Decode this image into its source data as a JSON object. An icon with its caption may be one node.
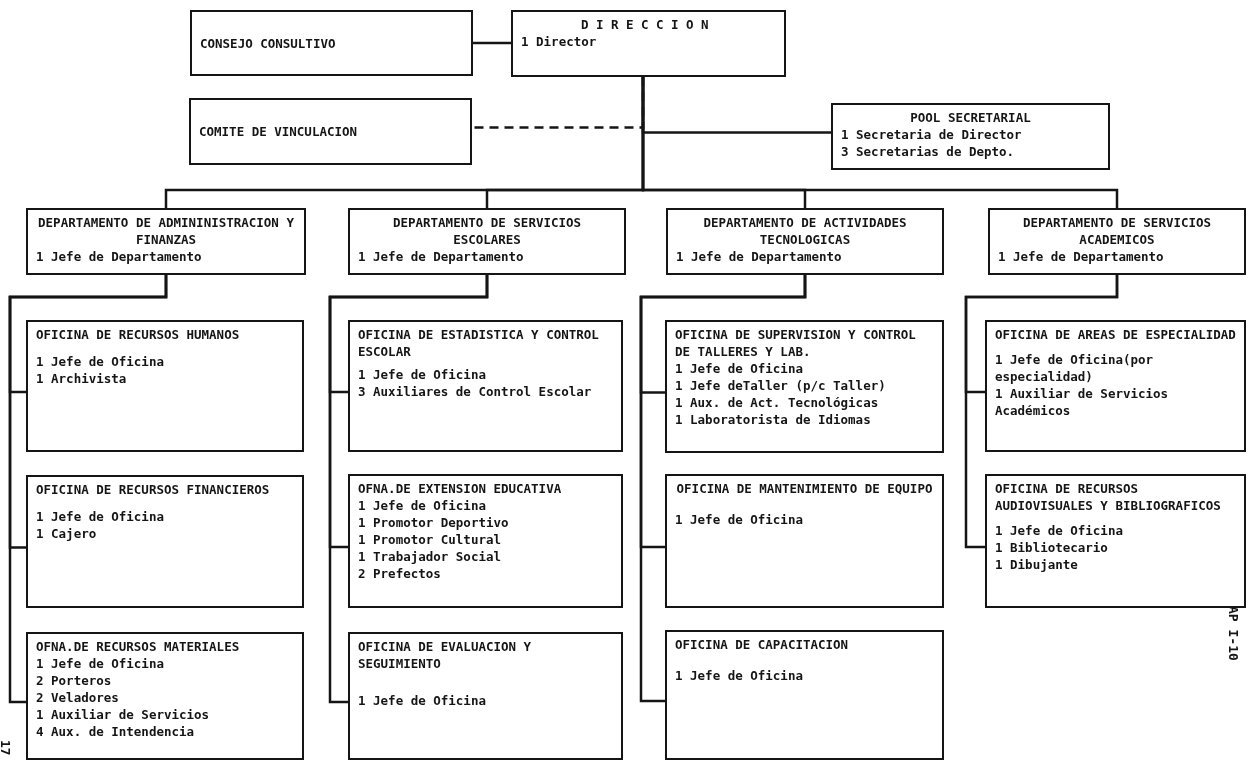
{
  "diagram": {
    "nodes": [
      {
        "text": [
          "CONSEJO CONSULTIVO"
        ]
      },
      {
        "text": [
          "DIRECCION",
          "1 Director"
        ]
      },
      {
        "text": [
          "COMITE DE VINCULACION"
        ]
      },
      {
        "text": [
          "POOL SECRETARIAL",
          "1 Secretaria de Director",
          "3 Secretarias de Depto."
        ]
      },
      {
        "text": [
          "DEPARTAMENTO DE ADMININISTRACION Y FINANZAS",
          "1 Jefe de Departamento"
        ]
      },
      {
        "text": [
          "DEPARTAMENTO DE SERVICIOS ESCOLARES",
          "1 Jefe de Departamento"
        ]
      },
      {
        "text": [
          "DEPARTAMENTO DE ACTIVIDADES TECNOLOGICAS",
          "1 Jefe de Departamento"
        ]
      },
      {
        "text": [
          "DEPARTAMENTO DE SERVICIOS ACADEMICOS",
          "1 Jefe de Departamento"
        ]
      },
      {
        "text": [
          "OFICINA DE RECURSOS HUMANOS",
          "1 Jefe de Oficina",
          "1 Archivista"
        ]
      },
      {
        "text": [
          "OFICINA DE RECURSOS FINANCIEROS",
          "1 Jefe de Oficina",
          "1 Cajero"
        ]
      },
      {
        "text": [
          "OFNA.DE RECURSOS MATERIALES",
          "1 Jefe de Oficina",
          "2 Porteros",
          "2 Veladores",
          "1 Auxiliar de Servicios",
          "4 Aux. de Intendencia"
        ]
      },
      {
        "text": [
          "OFICINA DE ESTADISTICA Y CONTROL ESCOLAR",
          "1 Jefe de Oficina",
          "3 Auxiliares de Control Escolar"
        ]
      },
      {
        "text": [
          "OFNA.DE EXTENSION EDUCATIVA",
          "1 Jefe de Oficina",
          "1 Promotor Deportivo",
          "1 Promotor Cultural",
          "1 Trabajador Social",
          "2 Prefectos"
        ]
      },
      {
        "text": [
          "OFICINA DE EVALUACION Y SEGUIMIENTO",
          "1 Jefe de Oficina"
        ]
      },
      {
        "text": [
          "OFICINA DE SUPERVISION Y CONTROL DE TALLERES Y LAB.",
          "1 Jefe de Oficina",
          "1 Jefe deTaller (p/c Taller)",
          "1 Aux. de Act. Tecnológicas",
          "1 Laboratorista de Idiomas"
        ]
      },
      {
        "text": [
          "OFICINA DE MANTENIMIENTO DE EQUIPO",
          "1 Jefe de Oficina"
        ]
      },
      {
        "text": [
          "OFICINA DE CAPACITACION",
          "1 Jefe de Oficina"
        ]
      },
      {
        "text": [
          "OFICINA DE AREAS DE ESPECIALIDAD",
          "1 Jefe de Oficina(por especialidad)",
          "1 Auxiliar de Servicios Académicos"
        ]
      },
      {
        "text": [
          "OFICINA DE RECURSOS AUDIOVISUALES Y BIBLIOGRAFICOS",
          "1 Jefe de Oficina",
          "1 Bibliotecario",
          "1 Dibujante"
        ]
      }
    ],
    "edges": [
      {
        "from": 0,
        "to": 1,
        "arrow": "none"
      },
      {
        "from": 1,
        "to": 2,
        "arrow": "none",
        "style": "dashed"
      },
      {
        "from": 1,
        "to": 3,
        "arrow": "none"
      },
      {
        "from": 1,
        "to": 4,
        "arrow": "none"
      },
      {
        "from": 1,
        "to": 5,
        "arrow": "none"
      },
      {
        "from": 1,
        "to": 6,
        "arrow": "none"
      },
      {
        "from": 1,
        "to": 7,
        "arrow": "none"
      },
      {
        "from": 4,
        "to": 8,
        "arrow": "none"
      },
      {
        "from": 4,
        "to": 9,
        "arrow": "none"
      },
      {
        "from": 4,
        "to": 10,
        "arrow": "none"
      },
      {
        "from": 5,
        "to": 11,
        "arrow": "none"
      },
      {
        "from": 5,
        "to": 12,
        "arrow": "none"
      },
      {
        "from": 5,
        "to": 13,
        "arrow": "none"
      },
      {
        "from": 6,
        "to": 14,
        "arrow": "none"
      },
      {
        "from": 6,
        "to": 15,
        "arrow": "none"
      },
      {
        "from": 6,
        "to": 16,
        "arrow": "none"
      },
      {
        "from": 7,
        "to": 17,
        "arrow": "none"
      },
      {
        "from": 7,
        "to": 18,
        "arrow": "none"
      }
    ],
    "labels": [
      "AP I-10",
      "17"
    ]
  }
}
